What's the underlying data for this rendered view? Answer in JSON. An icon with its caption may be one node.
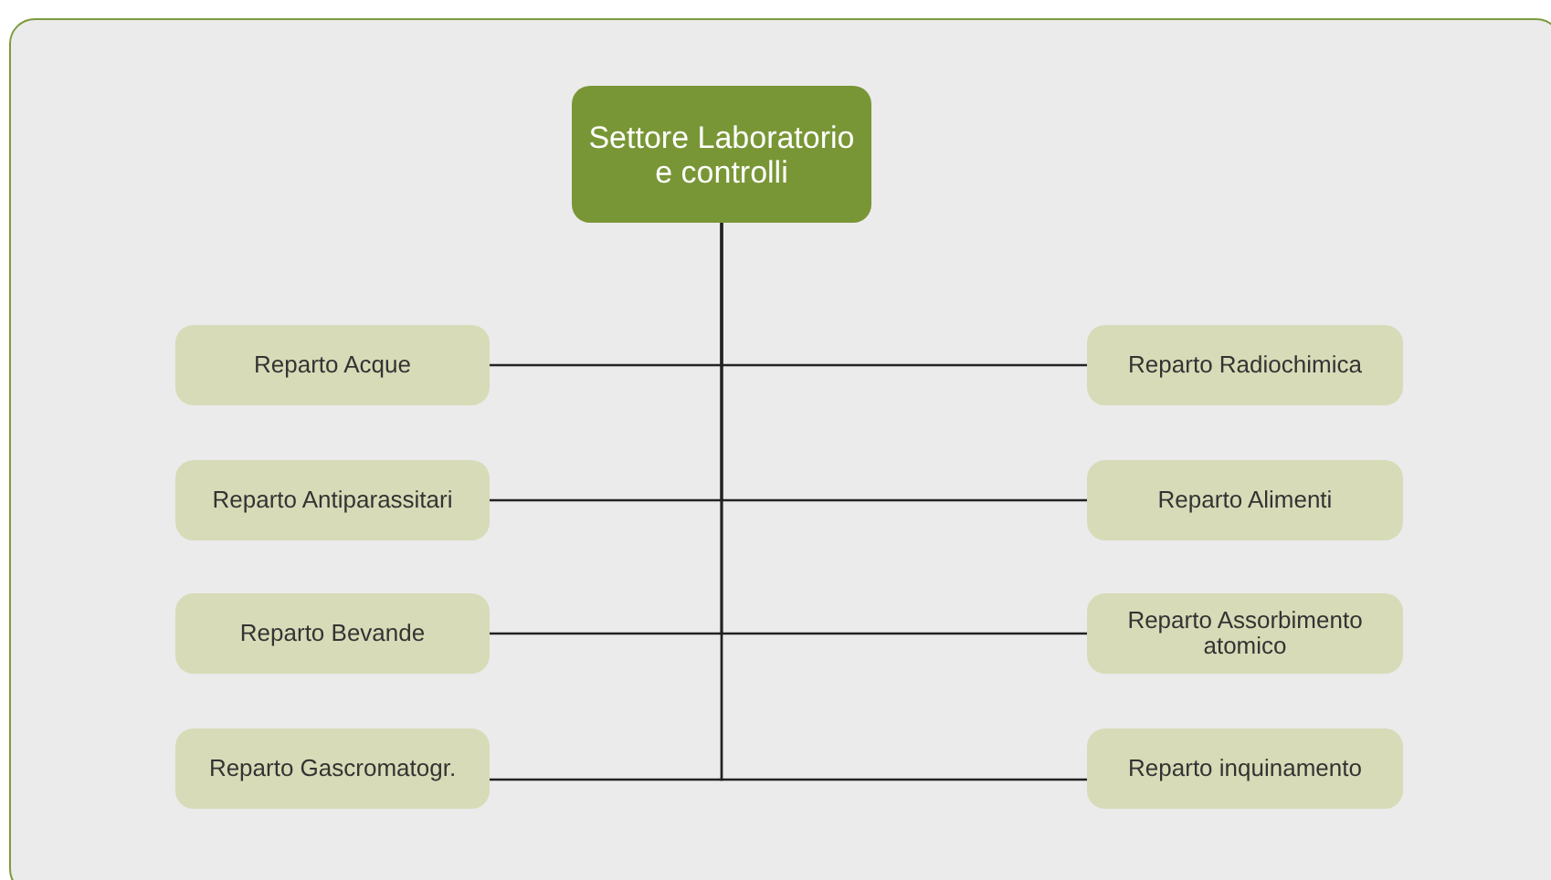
{
  "diagram": {
    "nodes": [
      {
        "text": [
          "Settore Laboratorio e controlli"
        ]
      },
      {
        "text": [
          "Reparto Acque"
        ]
      },
      {
        "text": [
          "Reparto Radiochimica"
        ]
      },
      {
        "text": [
          "Reparto Antiparassitari"
        ]
      },
      {
        "text": [
          "Reparto Alimenti"
        ]
      },
      {
        "text": [
          "Reparto Bevande"
        ]
      },
      {
        "text": [
          "Reparto Assorbimento atomico"
        ]
      },
      {
        "text": [
          "Reparto Gascromatogr."
        ]
      },
      {
        "text": [
          "Reparto inquinamento"
        ]
      }
    ],
    "edges": [
      {
        "from": 0,
        "to": 1,
        "arrow": "none"
      },
      {
        "from": 0,
        "to": 2,
        "arrow": "none"
      },
      {
        "from": 0,
        "to": 3,
        "arrow": "none"
      },
      {
        "from": 0,
        "to": 4,
        "arrow": "none"
      },
      {
        "from": 0,
        "to": 5,
        "arrow": "none"
      },
      {
        "from": 0,
        "to": 6,
        "arrow": "none"
      },
      {
        "from": 0,
        "to": 7,
        "arrow": "none"
      },
      {
        "from": 0,
        "to": 8,
        "arrow": "none"
      }
    ]
  }
}
